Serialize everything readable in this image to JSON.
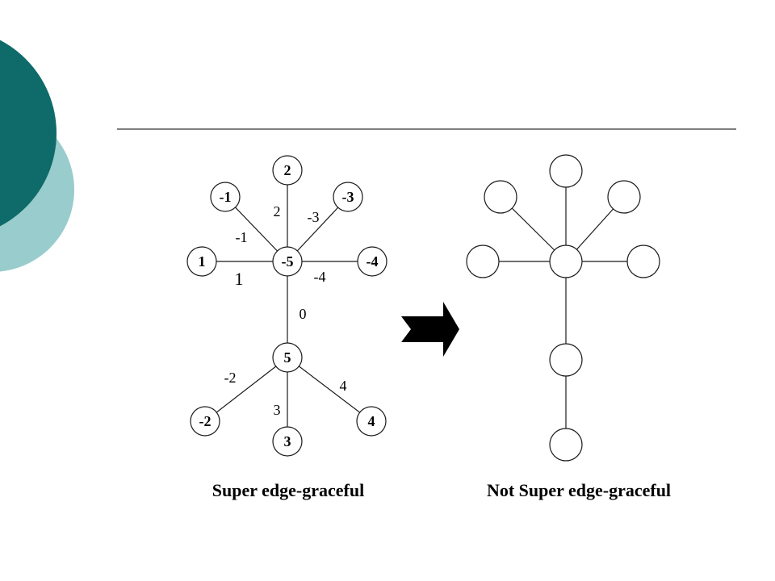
{
  "colors": {
    "deco_dark": "#0f6b69",
    "deco_light": "#99cccc",
    "line": "#1a1a1a",
    "arrow": "#000000"
  },
  "left_graph": {
    "caption": "Super edge-graceful",
    "nodes": {
      "top": "2",
      "upper_left": "-1",
      "upper_right": "-3",
      "left": "1",
      "center": "-5",
      "right": "-4",
      "hub": "5",
      "bottom_left": "-2",
      "bottom": "3",
      "bottom_right": "4"
    },
    "edges": {
      "center_top": "2",
      "center_upper_right": "-3",
      "center_upper_left": "-1",
      "center_left": "1",
      "center_right": "-4",
      "center_hub": "0",
      "hub_bottom_left": "-2",
      "hub_bottom_right": "4",
      "hub_bottom": "3"
    }
  },
  "right_graph": {
    "caption": "Not Super edge-graceful"
  },
  "arrow_icon": "right-block-arrow"
}
